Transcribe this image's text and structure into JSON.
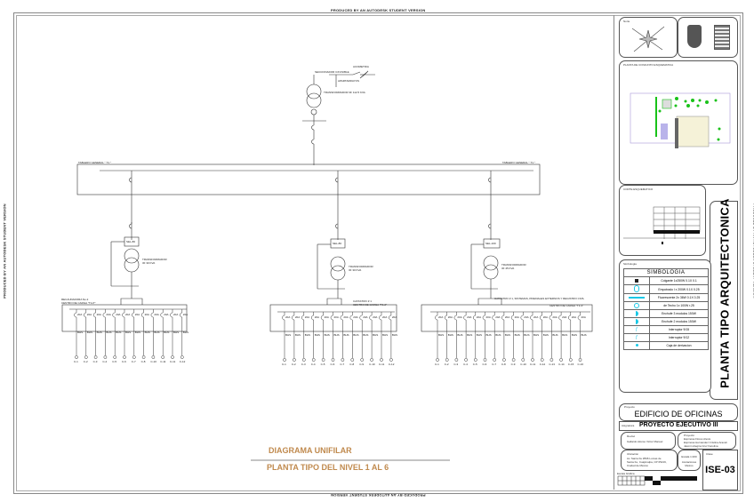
{
  "watermark": "PRODUCED BY AN AUTODESK STUDENT VERSION",
  "diagram": {
    "title": "DIAGRAMA UNIFILAR",
    "subtitle": "PLANTA TIPO DEL NIVEL 1 AL 6",
    "substation": {
      "source_label": "ACOMETIDA",
      "fuse_label": "APARTARRAYOS",
      "switch_label": "SECCIONADOR C/FUSIBLE",
      "transformer_label": "TRANSFORMADOR 3F 112.5 KVA"
    },
    "main_board": {
      "label_left": "TABLERO GENERAL \" T1 \"",
      "label_right": "TABLERO GENERAL \" T1 \""
    },
    "feeders": [
      {
        "regulator": "SEL-80",
        "transformer_label": "TRANSFORMADOR 3F 30 KVA",
        "panel_name": "RECAUDADORA No.2",
        "panel_label": "CENTRO DE CARGA \"T1-P\"",
        "breaker_label": "20A",
        "cable_label": "BHS",
        "circuits": [
          "C-1",
          "C-2",
          "C-3",
          "C-4",
          "C-5",
          "C-6",
          "C-7",
          "C-8",
          "C-10",
          "C-11",
          "C-11",
          "C-12"
        ]
      },
      {
        "regulator": "SEL-80",
        "transformer_label": "TRANSFORMADOR 3F 30 KVA",
        "panel_name": "CATASTRO # 1",
        "panel_label": "CENTRO DE CARGA \"T1-2\"",
        "breaker_label": "20A",
        "cable_label": "BHS",
        "circuits": [
          "C-1",
          "C-2",
          "C-3",
          "C-4",
          "C-5",
          "C-6",
          "C-7",
          "C-8",
          "C-9",
          "C-10",
          "C-11",
          "C-12"
        ]
      },
      {
        "regulator": "SEL-100",
        "transformer_label": "TRANSFORMADOR 3F 45 KVA",
        "panel_name": "CATASTRO # 1, SISTEMAS, PREDIALES EXTERNOS Y REGISTRO CIVIL",
        "panel_label": "CENTRO DE CARGA \"T1-3\"",
        "breaker_label": "20A",
        "cable_label": "BHS",
        "circuits": [
          "C-1",
          "C-2",
          "C-3",
          "C-4",
          "C-5",
          "C-6",
          "C-7",
          "C-8",
          "C-9",
          "C-10",
          "C-11",
          "C-12",
          "C-13",
          "C-14",
          "C-15",
          "C-16"
        ]
      }
    ]
  },
  "sidebar": {
    "north_label": "Norte",
    "site_plan_label": "PLANTA DE CONJUNTO ESQUEMATICA",
    "section_label": "CORTE ESQUEMATICO",
    "symbology_label": "Simbologia",
    "symbology": {
      "title": "SIMBOLOGIA",
      "rows": [
        {
          "icon": "square-black-icon",
          "text": "Colgante 1x250W   0.1X 0.1"
        },
        {
          "icon": "wall-light-icon",
          "text": "Empotrado l x 200W 0.1X 0.25"
        },
        {
          "icon": "fluorescent-icon",
          "text": "Fluorescente 2x 36W  0.1X 0.25"
        },
        {
          "icon": "ceiling-light-icon",
          "text": "de Techo 1x 100W   r.25"
        },
        {
          "icon": "outlet-3-icon",
          "text": "Enchufe 3 modulos 150W"
        },
        {
          "icon": "outlet-2-icon",
          "text": "Enchufe 2 modulos 150W"
        },
        {
          "icon": "switch-3-15-icon",
          "text": "Interruptor 9/15"
        },
        {
          "icon": "switch-9-12-icon",
          "text": "Interruptor 9/12"
        },
        {
          "icon": "junction-box-icon",
          "text": "Caja de derivacion"
        }
      ]
    },
    "sheet_title": "PLANTA TIPO ARQUITECTONICA",
    "project_label": "Proyecto",
    "project_name": "EDIFICIO DE OFICINAS",
    "subject_label": "Asignatura",
    "subject": "PROYECTO  EJECUTIVO III",
    "reviewer_label": "Revisó",
    "reviewer": "Gallardo Alonso Victor Manuel",
    "authors_label": "Proyectó",
    "authors": [
      "Espinosa Flores Alexis",
      "Espinosa Hernandez Cristina Araceli",
      "Jasmin Alegria Cruz Karolina"
    ],
    "location_label": "Ubicación",
    "location": [
      "Av. Santa Fe #846 Lomas de",
      "Santa Fe, Cuajimalpa, CP 05219,",
      "Ciudad de México"
    ],
    "scale": "Escala 1:200",
    "units": "Acotaciones Metros",
    "key_label": "Clave",
    "key": "ISE-03",
    "graphic_scale_label": "Escala Gráfica"
  },
  "colors": {
    "title_orange": "#c08a4e",
    "symbol_cyan": "#18c8e6",
    "tree_green": "#19c219"
  }
}
